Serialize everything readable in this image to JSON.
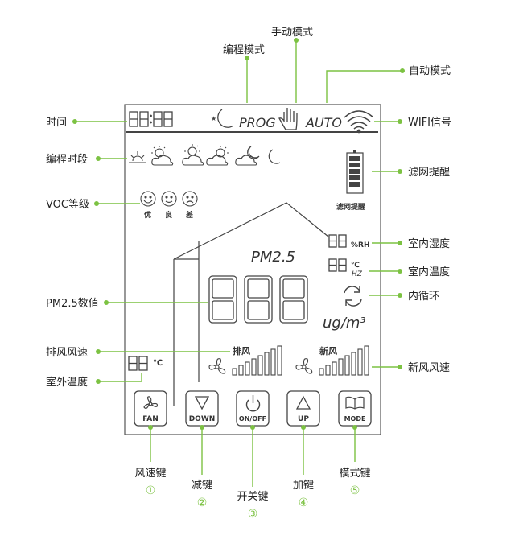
{
  "callouts": {
    "manual_mode": "手动模式",
    "program_mode": "编程模式",
    "auto_mode": "自动模式",
    "time": "时间",
    "wifi_signal": "WIFI信号",
    "program_period": "编程时段",
    "filter_reminder": "滤网提醒",
    "voc_level": "VOC等级",
    "indoor_humidity": "室内湿度",
    "indoor_temperature": "室内温度",
    "pm25_value": "PM2.5数值",
    "inner_circulation": "内循环",
    "exhaust_fan_speed": "排风风速",
    "fresh_air_fan_speed": "新风风速",
    "outdoor_temperature": "室外温度"
  },
  "display": {
    "prog": "PROG",
    "auto": "AUTO",
    "filter_label": "滤网提醒",
    "voc_levels": [
      "优",
      "良",
      "差"
    ],
    "pm_label": "PM2.5",
    "unit": "ug/m³",
    "humidity_unit": "%RH",
    "temp_unit": "℃",
    "exhaust_label": "排风",
    "fresh_label": "新风"
  },
  "buttons": [
    {
      "label": "FAN",
      "caption": "风速键",
      "num": "①"
    },
    {
      "label": "DOWN",
      "caption": "减键",
      "num": "②"
    },
    {
      "label": "ON/OFF",
      "caption": "开关键",
      "num": "③"
    },
    {
      "label": "UP",
      "caption": "加键",
      "num": "④"
    },
    {
      "label": "MODE",
      "caption": "模式键",
      "num": "⑤"
    }
  ],
  "icons": [
    "moon-icon",
    "hand-icon",
    "wifi-icon",
    "sunrise-icon",
    "sun-cloud-icon",
    "moon-cloud-icon",
    "battery-icon",
    "smiley-icon",
    "recycle-icon",
    "fan-icon",
    "triangle-down-icon",
    "power-icon",
    "triangle-up-icon",
    "book-icon"
  ],
  "colors": {
    "accent": "#7cc242",
    "line": "#444444"
  }
}
